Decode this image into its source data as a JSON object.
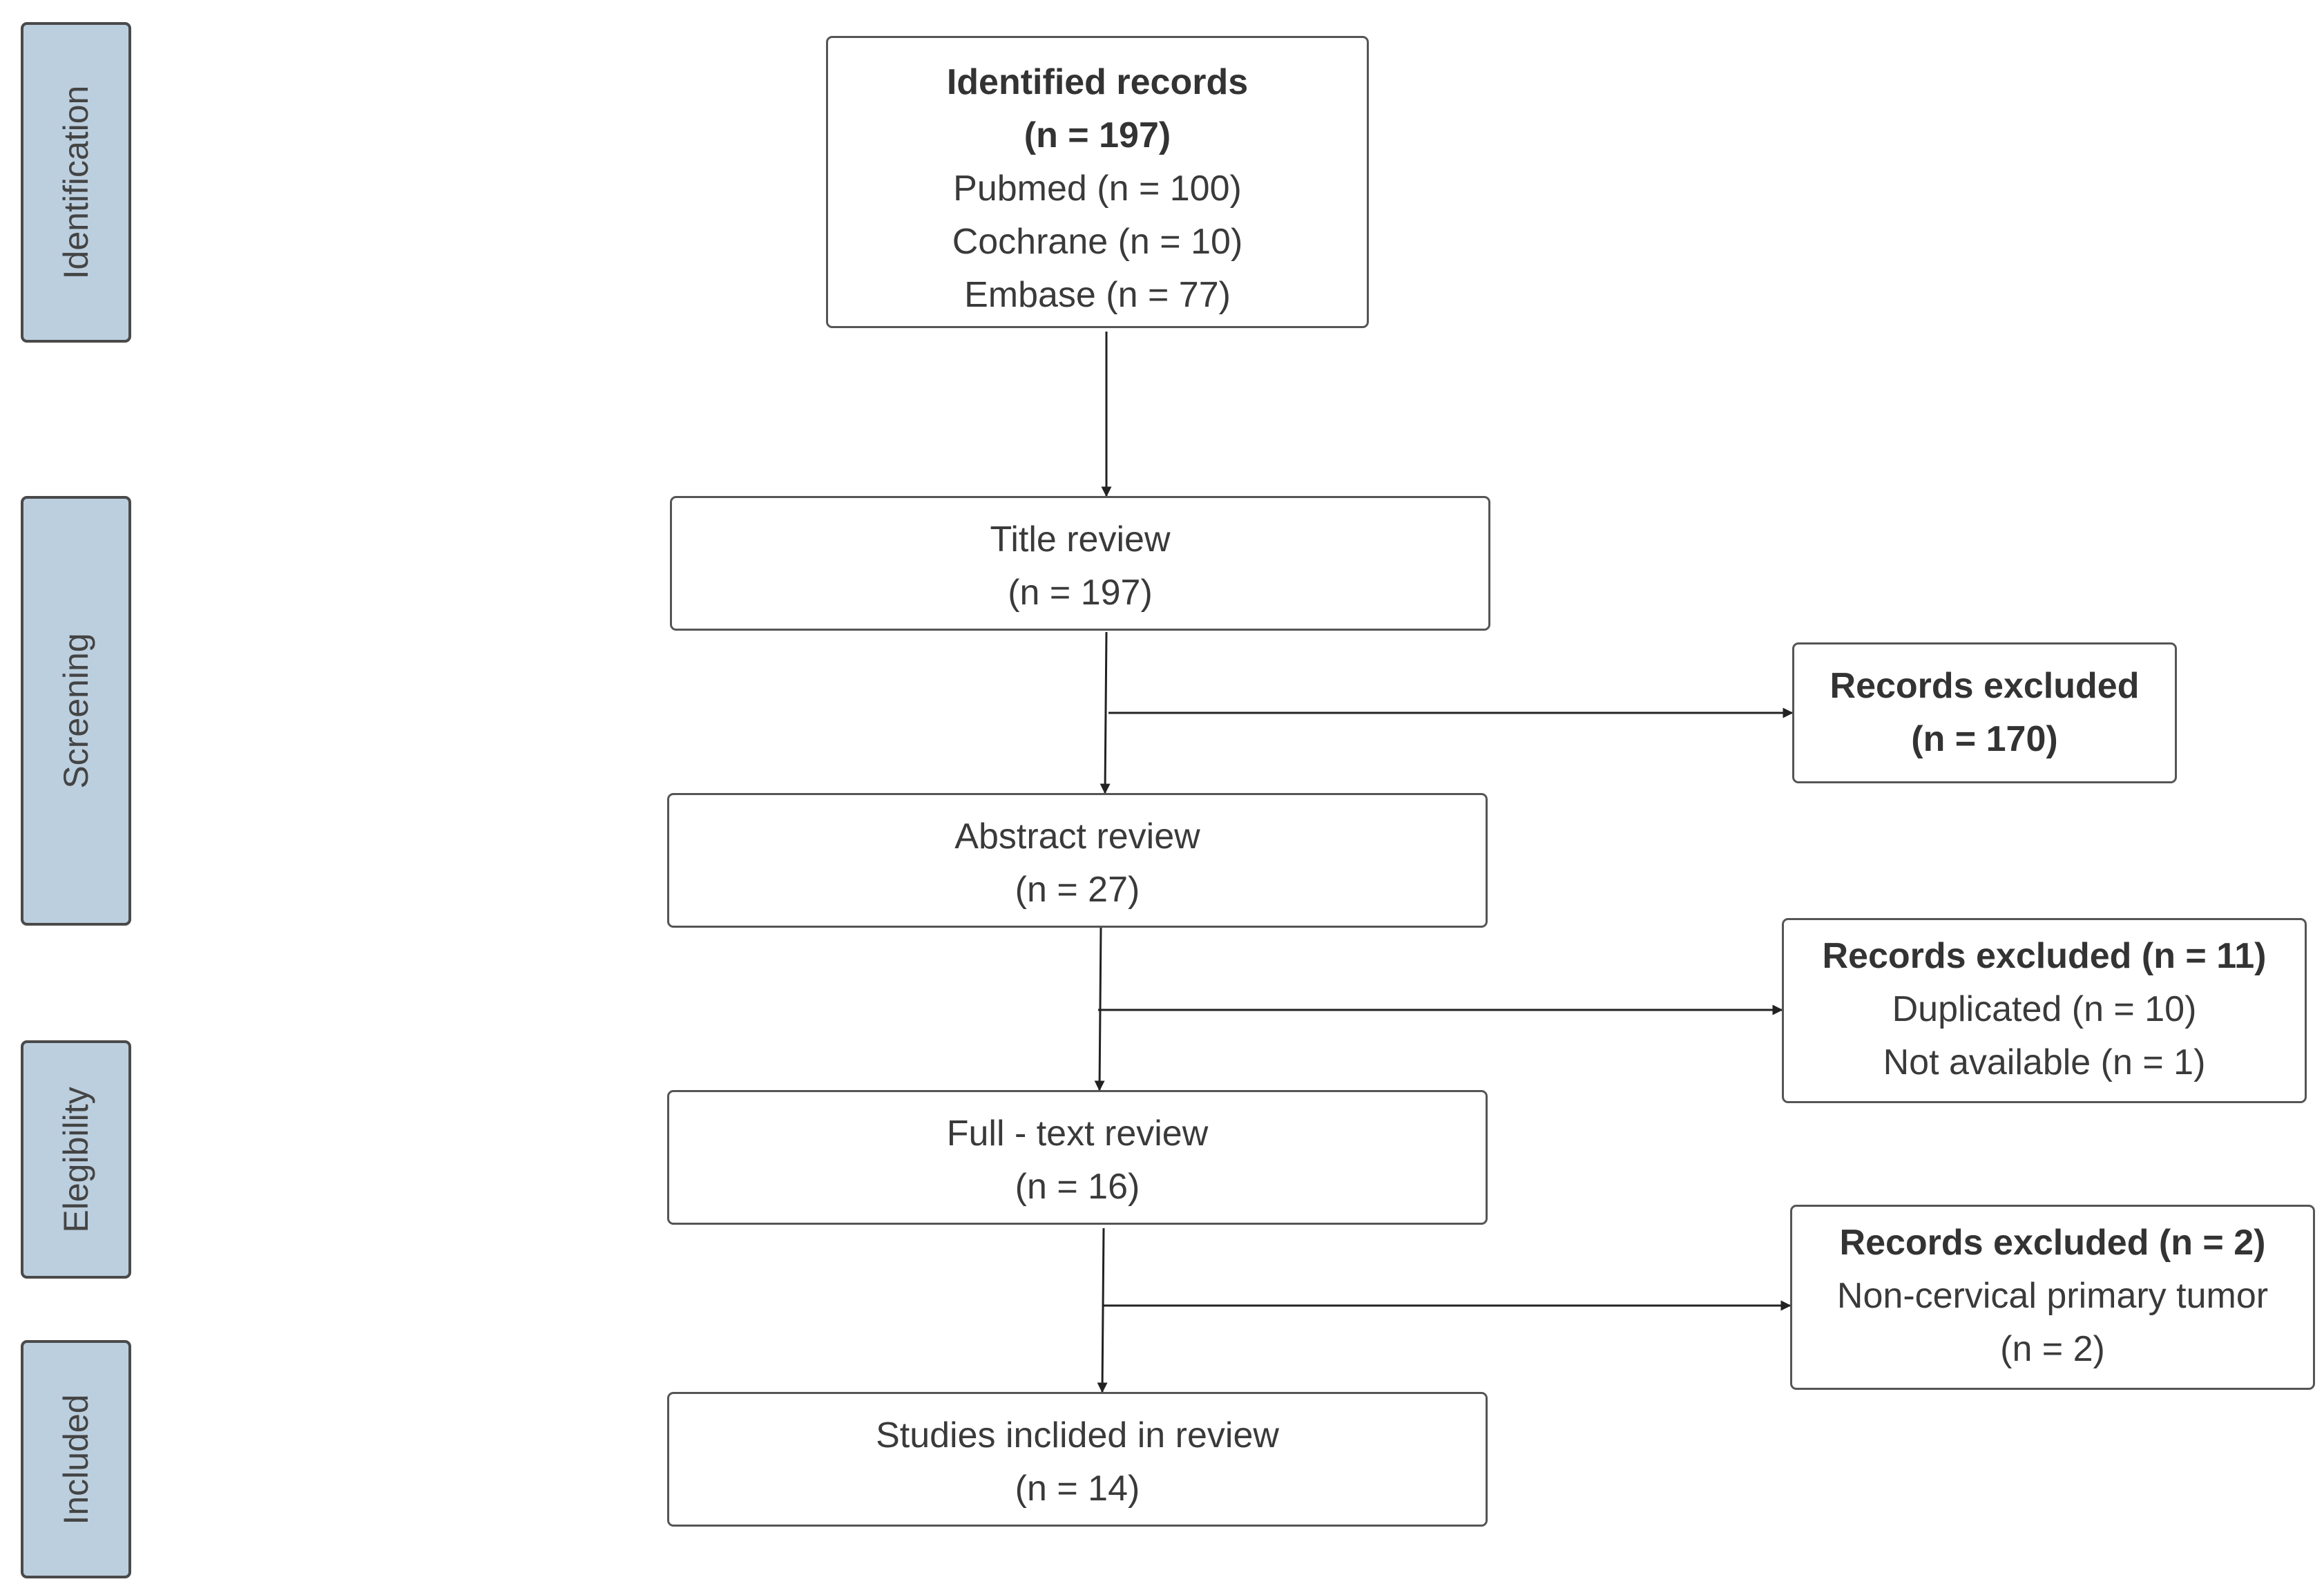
{
  "phases": {
    "identification": "Identification",
    "screening": "Screening",
    "eligibility": "Elegibility",
    "included": "Included"
  },
  "boxes": {
    "identified": {
      "title": "Identified records",
      "count": "(n = 197)",
      "sources": [
        "Pubmed (n = 100)",
        "Cochrane (n = 10)",
        "Embase (n = 77)"
      ]
    },
    "title_review": {
      "label": "Title review",
      "count": "(n = 197)"
    },
    "abstract_review": {
      "label": "Abstract review",
      "count": "(n = 27)"
    },
    "fulltext_review": {
      "label": "Full - text review",
      "count": "(n = 16)"
    },
    "included_studies": {
      "label": "Studies inclided in review",
      "count": "(n = 14)"
    },
    "excluded_title": {
      "title": "Records excluded",
      "count": "(n = 170)"
    },
    "excluded_abstract": {
      "title": "Records excluded (n = 11)",
      "reasons": [
        "Duplicated (n = 10)",
        "Not available (n = 1)"
      ]
    },
    "excluded_fulltext": {
      "title": "Records excluded (n = 2)",
      "reasons": [
        "Non-cervical primary tumor",
        "(n = 2)"
      ]
    }
  },
  "colors": {
    "phase_fill": "#bccfdf",
    "border": "#555555",
    "text": "#3a3a3a"
  }
}
